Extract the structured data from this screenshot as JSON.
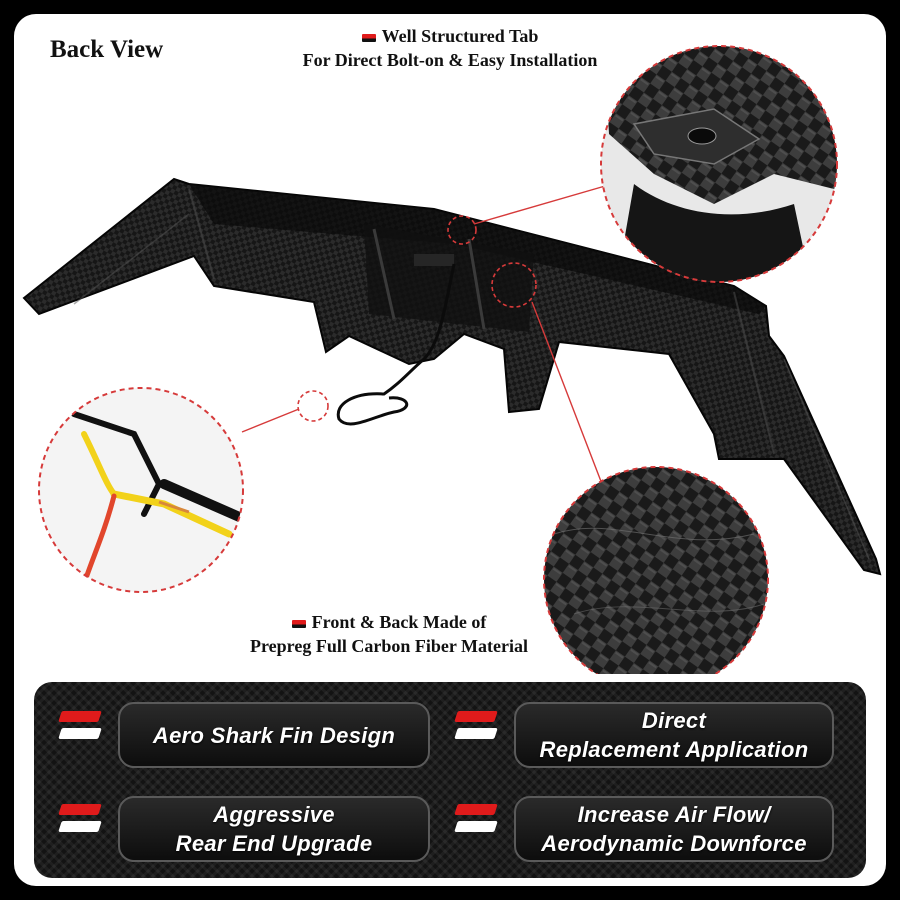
{
  "page": {
    "title": "Back View",
    "callouts": {
      "tab_line1": "Well Structured Tab",
      "tab_line2": "For Direct Bolt-on & Easy Installation",
      "material_line1": "Front & Back Made of",
      "material_line2": "Prepreg Full Carbon Fiber Material"
    }
  },
  "features": [
    {
      "line1": "Aero Shark Fin Design",
      "line2": ""
    },
    {
      "line1": "Direct",
      "line2": "Replacement Application"
    },
    {
      "line1": "Aggressive",
      "line2": "Rear End Upgrade"
    },
    {
      "line1": "Increase Air Flow/",
      "line2": "Aerodynamic Downforce"
    }
  ],
  "colors": {
    "accent_red": "#e01b1b",
    "carbon_dark": "#131313",
    "callout_dash": "#d63a3a"
  },
  "icons": {
    "bullet": "red-white-stripe-icon",
    "zoom": "magnifier-circle-icon"
  }
}
